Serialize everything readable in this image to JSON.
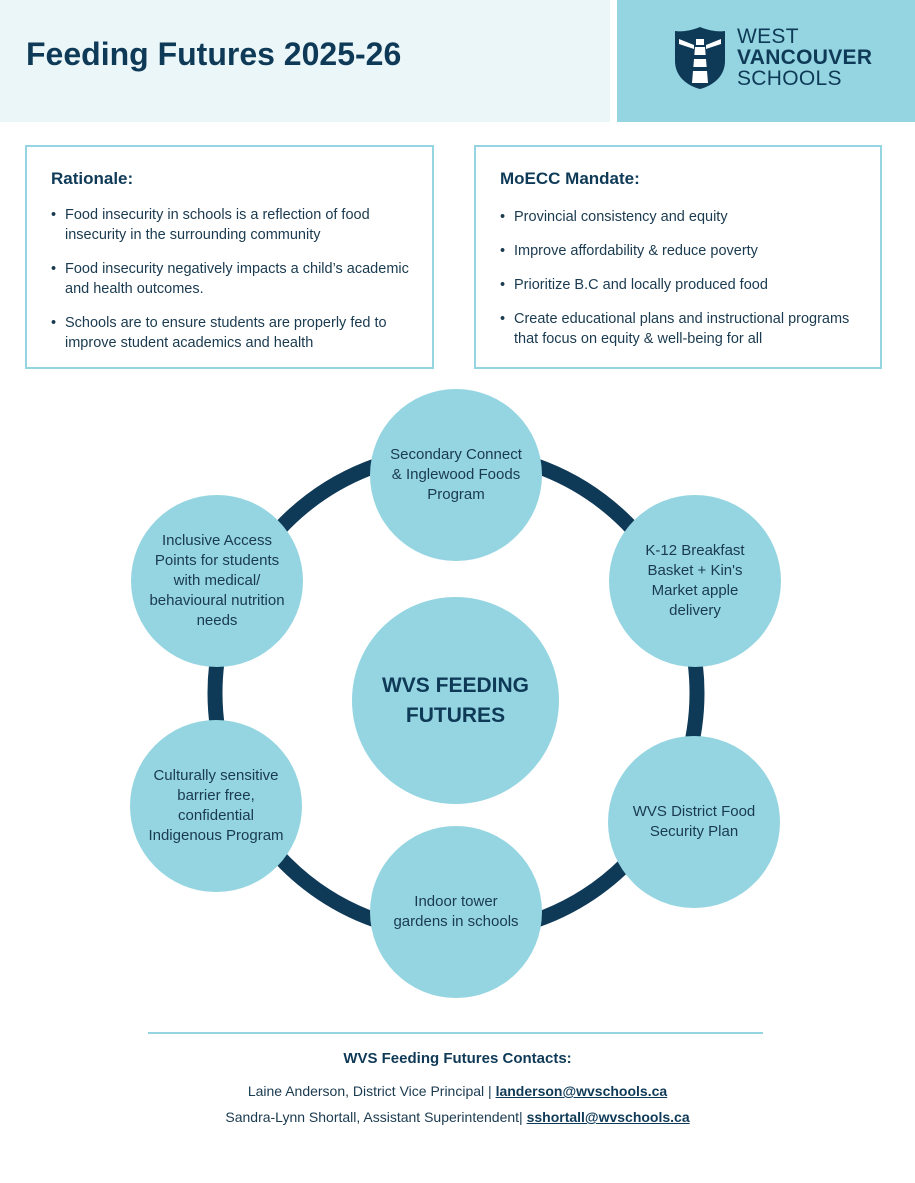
{
  "header": {
    "title": "Feeding Futures 2025-26",
    "logo": {
      "line1": "WEST",
      "line2": "VANCOUVER",
      "line3": "SCHOOLS",
      "icon": "lighthouse-shield-icon"
    }
  },
  "rationale": {
    "heading": "Rationale:",
    "items": [
      "Food insecurity in schools is a reflection of food insecurity in the surrounding community",
      "Food insecurity negatively impacts a child’s academic and health outcomes.",
      "Schools are to ensure students are properly fed to improve student academics and health"
    ]
  },
  "mandate": {
    "heading": "MoECC Mandate:",
    "items": [
      "Provincial consistency and equity",
      "Improve affordability & reduce poverty",
      "Prioritize B.C and locally produced food",
      "Create educational plans and instructional programs that focus on equity & well-being for all"
    ]
  },
  "diagram": {
    "center": "WVS FEEDING FUTURES",
    "nodes": [
      "Secondary Connect & Inglewood Foods Program",
      "K-12 Breakfast Basket + Kin's Market apple delivery",
      "WVS District Food Security Plan",
      "Indoor tower gardens in schools",
      "Culturally sensitive barrier free, confidential Indigenous Program",
      "Inclusive Access Points for students with medical/ behavioural nutrition needs"
    ]
  },
  "contacts": {
    "heading": "WVS Feeding Futures Contacts:",
    "people": [
      {
        "text": "Laine Anderson, District Vice Principal | ",
        "email": "landerson@wvschools.ca"
      },
      {
        "text": "Sandra-Lynn Shortall, Assistant Superintendent| ",
        "email": "sshortall@wvschools.ca"
      }
    ]
  },
  "colors": {
    "navy": "#0f3a57",
    "light_blue": "#94d5e1",
    "pale": "#eaf6f8"
  }
}
